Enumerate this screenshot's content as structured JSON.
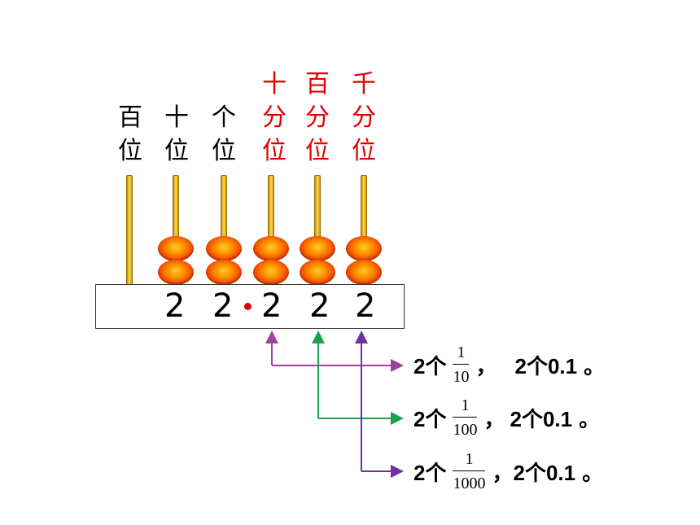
{
  "place_values": [
    {
      "text": [
        "百",
        "位"
      ],
      "color": "#000000"
    },
    {
      "text": [
        "十",
        "位"
      ],
      "color": "#000000"
    },
    {
      "text": [
        "个",
        "位"
      ],
      "color": "#000000"
    },
    {
      "text": [
        "十",
        "分",
        "位"
      ],
      "color": "#e00000"
    },
    {
      "text": [
        "百",
        "分",
        "位"
      ],
      "color": "#e00000"
    },
    {
      "text": [
        "千",
        "分",
        "位"
      ],
      "color": "#e00000"
    }
  ],
  "abacus": {
    "beads_per_rod": [
      0,
      2,
      2,
      2,
      2,
      2
    ],
    "digits": [
      "2",
      "2",
      "2",
      "2",
      "2"
    ],
    "decimal_point_color": "#e00000"
  },
  "notes": [
    {
      "prefix": "2个",
      "numerator": "1",
      "denominator": "10",
      "separator": "，",
      "suffix": "2个0.1",
      "end": "。",
      "arrow_color": "#a040a0"
    },
    {
      "prefix": "2个",
      "numerator": "1",
      "denominator": "100",
      "separator": "，",
      "suffix": "2个0.1",
      "end": "。",
      "arrow_color": "#1aa050"
    },
    {
      "prefix": "2个",
      "numerator": "1",
      "denominator": "1000",
      "separator": "，",
      "suffix": "2个0.1",
      "end": "。",
      "arrow_color": "#7030a0"
    }
  ]
}
